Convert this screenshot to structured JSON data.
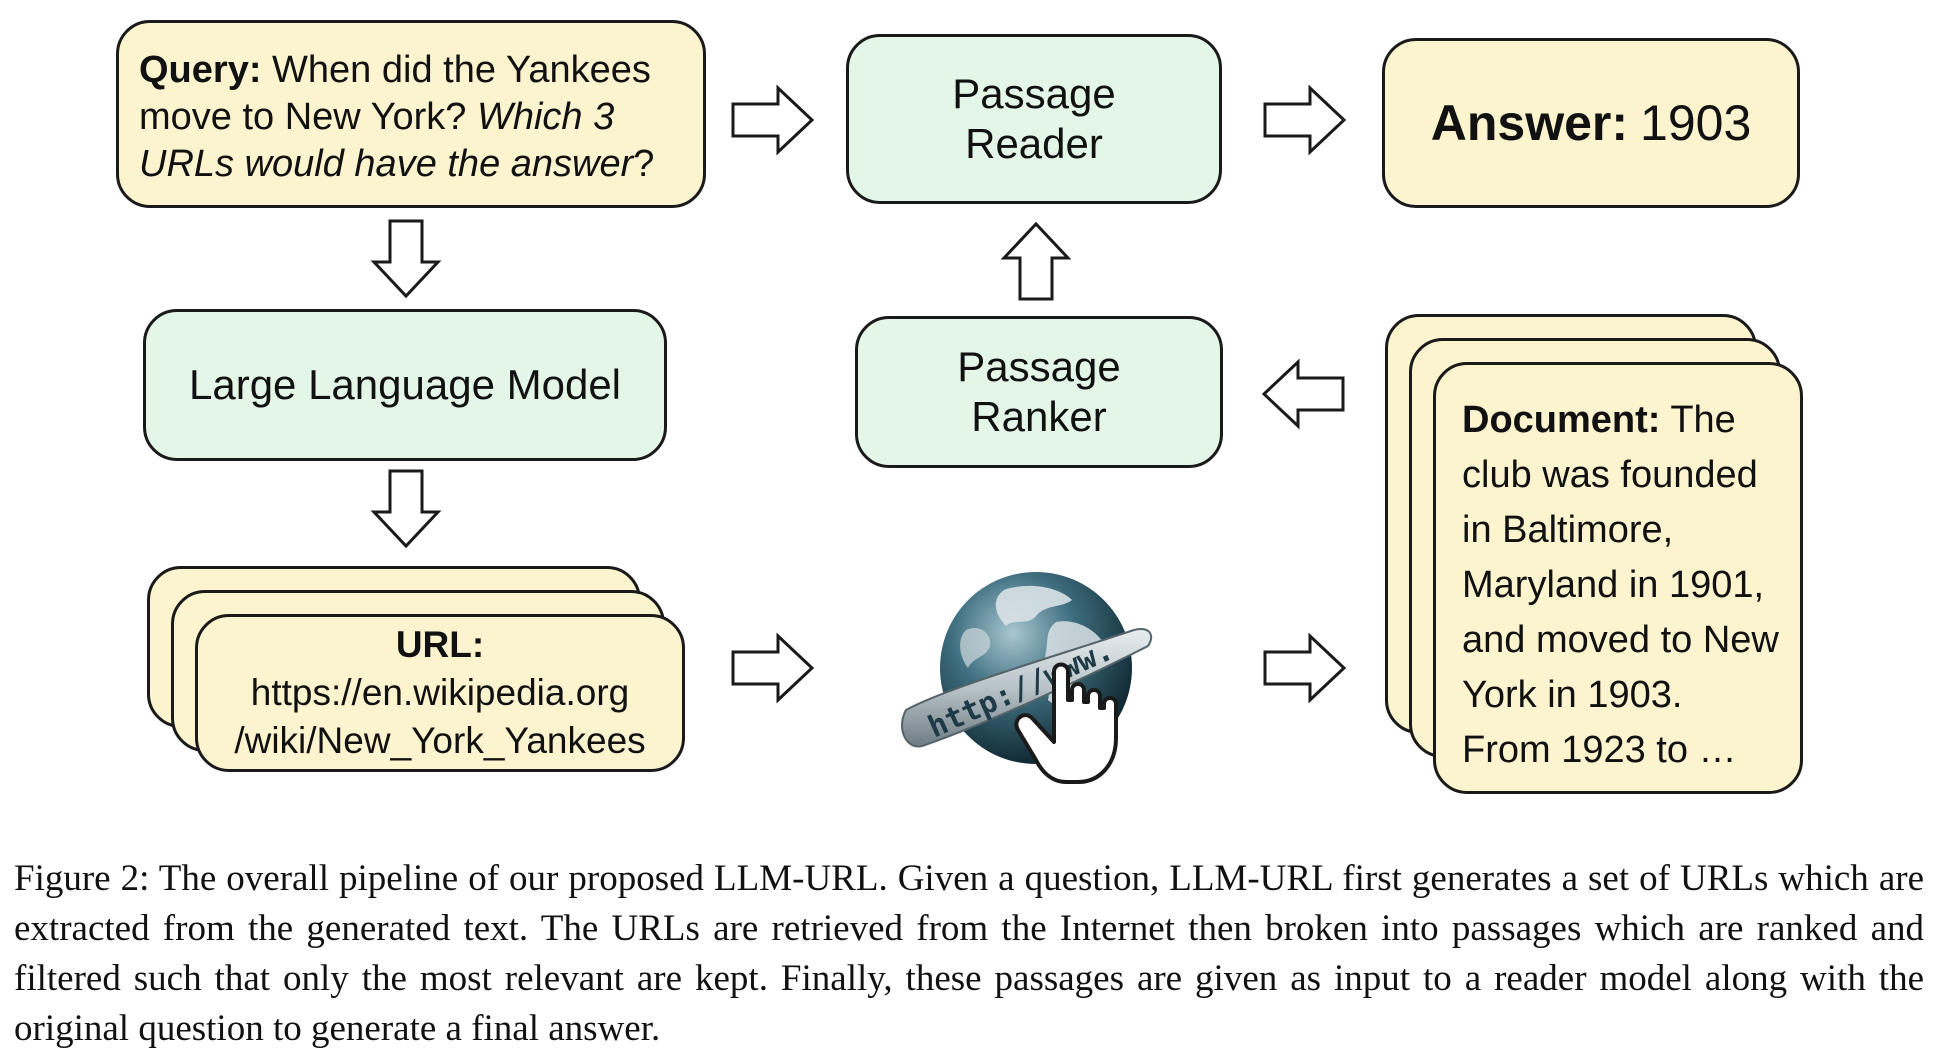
{
  "query": {
    "label": "Query:",
    "text_plain": " When did the Yankees move to New York?",
    "text_italic": "Which 3 URLs would have the answer",
    "text_end": "?"
  },
  "reader": {
    "label": "Passage Reader"
  },
  "answer": {
    "label": "Answer:",
    "value": "1903"
  },
  "llm": {
    "label": "Large Language Model"
  },
  "ranker": {
    "label": "Passage Ranker"
  },
  "url": {
    "label": "URL:",
    "value": " https://en.wikipedia.org /wiki/New_York_Yankees"
  },
  "document": {
    "label": "Document:",
    "text": " The club was founded in Baltimore, Maryland in 1901, and moved to New York in 1903. From 1923 to …"
  },
  "globe": {
    "banner_text": "http://www."
  },
  "caption": {
    "text": "Figure 2: The overall pipeline of our proposed LLM-URL. Given a question, LLM-URL first generates a set of URLs which are extracted from the generated text. The URLs are retrieved from the Internet then broken into passages which are ranked and filtered such that only the most relevant are kept. Finally, these passages are given as input to a reader model along with the original question to generate a final answer."
  },
  "colors": {
    "yellow_fill": "#fcf3cf",
    "green_fill": "#e4f6e7",
    "stroke": "#1a1a1a"
  }
}
